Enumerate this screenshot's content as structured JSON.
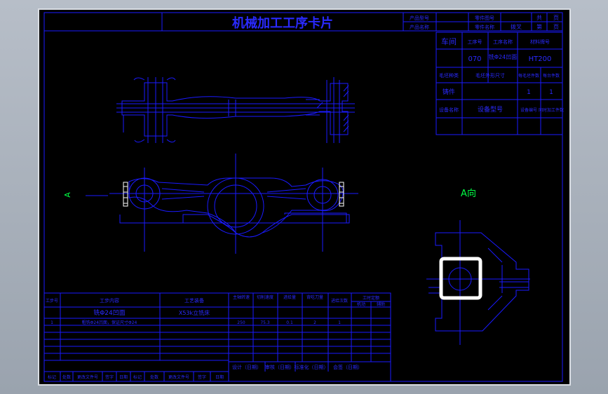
{
  "header": {
    "title": "机械加工工序卡片",
    "product_model_label": "产品型号",
    "product_name_label": "产品名称",
    "part_drawing_label": "零件图号",
    "part_name_label": "零件名称",
    "part_name_value": "拨叉",
    "total_label": "共",
    "page_label": "页",
    "sheet_label": "第",
    "sheet_page_label": "页"
  },
  "info": {
    "workshop_label": "车间",
    "op_no_label": "工序号",
    "op_name_label": "工序名称",
    "material_label": "材料牌号",
    "op_no_value": "070",
    "op_name_value": "铣Φ24凹面",
    "material_value": "HT200",
    "blank_type_label": "毛坯种类",
    "blank_size_label": "毛坯外形尺寸",
    "blank_count_label": "每毛坯件数",
    "piece_count_label": "每台件数",
    "blank_type_value": "铸件",
    "blank_count_value": "1",
    "piece_count_value": "1",
    "equip_name_label": "设备名称",
    "equip_model_label": "设备型号",
    "equip_no_label": "设备编号",
    "simul_label": "同时加工件数"
  },
  "drawing": {
    "view_label_left": "A",
    "view_label_right": "A向"
  },
  "process_table": {
    "step_no_label": "工步号",
    "step_content_label": "工步内容",
    "equipment_label": "工艺装备",
    "spindle_label": "主轴转速",
    "cut_speed_label": "切削速度",
    "feed_label": "进给量",
    "depth_label": "背吃刀量",
    "passes_label": "进给次数",
    "time_label": "工时定额",
    "machine_label": "机动",
    "aux_label": "辅助",
    "row_title": "铣Φ24凹面",
    "row_equipment": "X53k立铣床",
    "row1_no": "1",
    "row1_content": "粗铣Φ24凹面，保证尺寸Φ24",
    "row1_spindle": "250",
    "row1_speed": "75.3",
    "row1_feed": "0.1",
    "row1_depth": "2",
    "row1_passes": "1",
    "design_label": "设计（日期）",
    "review_label": "审核（日期）",
    "standard_label": "标准化（日期）",
    "counter_label": "会签（日期）",
    "mark_label": "标记",
    "place_label": "处数",
    "doc_label": "更改文件号",
    "sign_label": "签字",
    "date_label": "日期"
  },
  "colors": {
    "line": "#1a1aff",
    "text": "#2a2aff",
    "annotation": "#00ff44",
    "fixture": "#ffffff"
  }
}
